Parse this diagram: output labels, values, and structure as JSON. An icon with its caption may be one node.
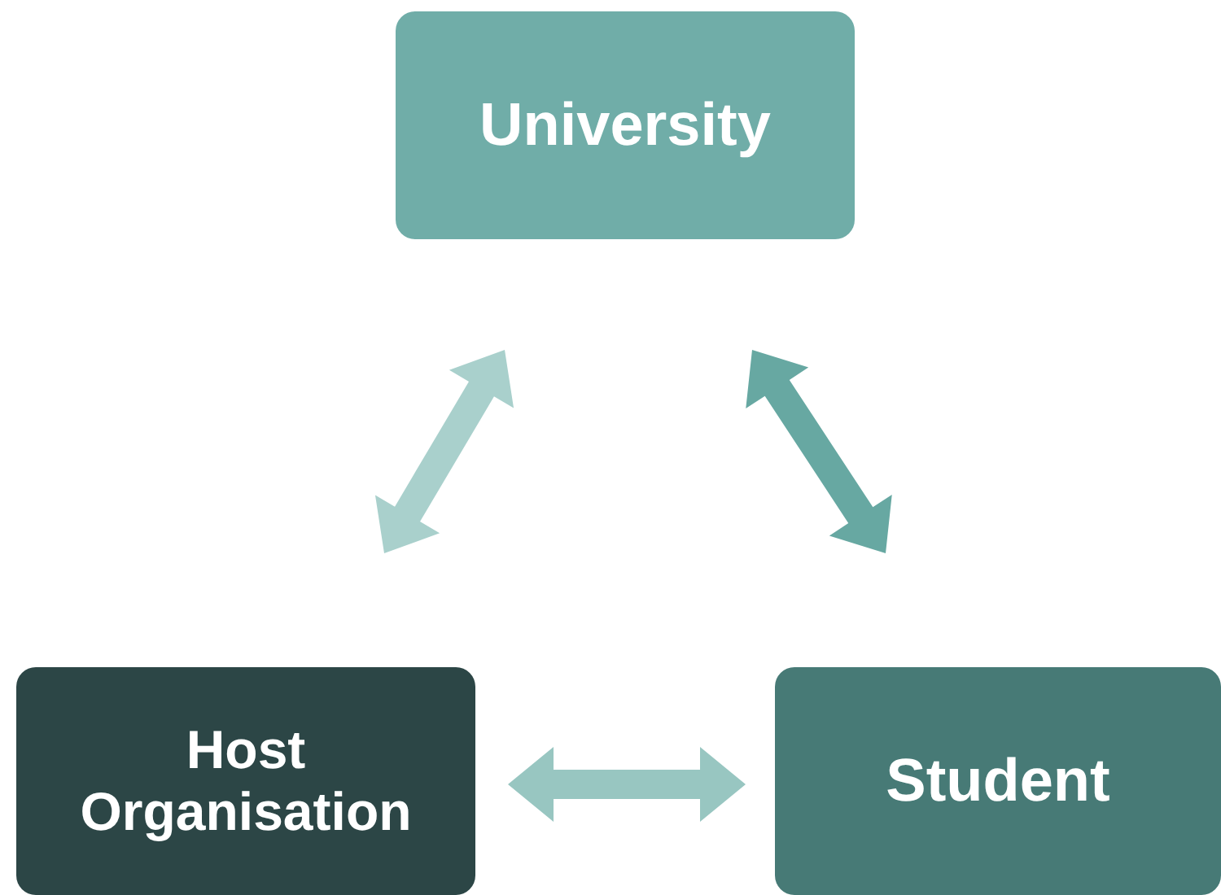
{
  "diagram": {
    "nodes": [
      {
        "text": [
          "University"
        ]
      },
      {
        "text": [
          "Host Organisation"
        ]
      },
      {
        "text": [
          "Student"
        ]
      }
    ],
    "edges": [
      {
        "from": 0,
        "to": 1,
        "arrow": "both",
        "style": "thick",
        "color": "#a9d0cc"
      },
      {
        "from": 0,
        "to": 2,
        "arrow": "both",
        "style": "thick",
        "color": "#67a8a2"
      },
      {
        "from": 1,
        "to": 2,
        "arrow": "both",
        "style": "thick",
        "color": "#98c6c1"
      }
    ]
  }
}
